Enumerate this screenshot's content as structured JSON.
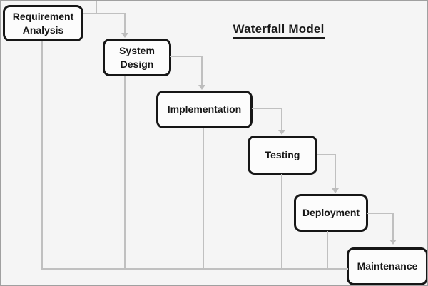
{
  "title": "Waterfall Model",
  "diagram": {
    "type": "flowchart-waterfall",
    "boxes": [
      {
        "id": "requirement-analysis",
        "label": "Requirement Analysis"
      },
      {
        "id": "system-design",
        "label": "System Design"
      },
      {
        "id": "implementation",
        "label": "Implementation"
      },
      {
        "id": "testing",
        "label": "Testing"
      },
      {
        "id": "deployment",
        "label": "Deployment"
      },
      {
        "id": "maintenance",
        "label": "Maintenance"
      }
    ],
    "colors": {
      "background": "#f5f5f5",
      "box_fill": "#fcfcfc",
      "box_border": "#161616",
      "connector": "#c0c0c0",
      "text": "#161616",
      "frame": "#a0a0a0"
    }
  }
}
